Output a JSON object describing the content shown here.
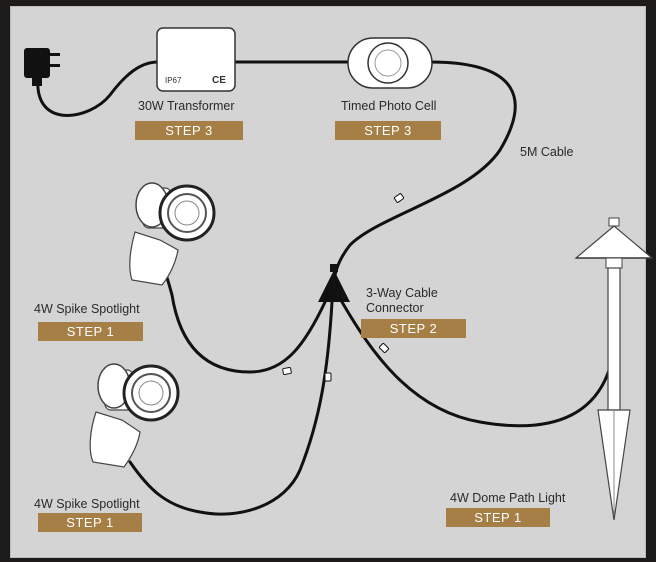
{
  "colors": {
    "background": "#d4d4d4",
    "frame": "#1c1b19",
    "cable": "#111111",
    "step_badge": "#a57f45",
    "step_text": "#ffffff",
    "device_fill": "#ffffff"
  },
  "transformer": {
    "label": "30W Transformer",
    "step": "STEP 3",
    "rating_mark": "IP67",
    "cert_mark": "CE"
  },
  "photo_cell": {
    "label": "Timed Photo Cell",
    "step": "STEP 3"
  },
  "cable": {
    "label": "5M Cable"
  },
  "connector": {
    "label_line1": "3-Way Cable",
    "label_line2": "Connector",
    "step": "STEP 2"
  },
  "spotlight_top": {
    "label": "4W Spike Spotlight",
    "step": "STEP 1"
  },
  "spotlight_bottom": {
    "label": "4W Spike Spotlight",
    "step": "STEP 1"
  },
  "path_light": {
    "label": "4W Dome Path Light",
    "step": "STEP 1"
  },
  "icons": [
    "plug-icon",
    "transformer-icon",
    "photo-cell-icon",
    "connector-icon",
    "spotlight-icon",
    "path-light-icon"
  ]
}
